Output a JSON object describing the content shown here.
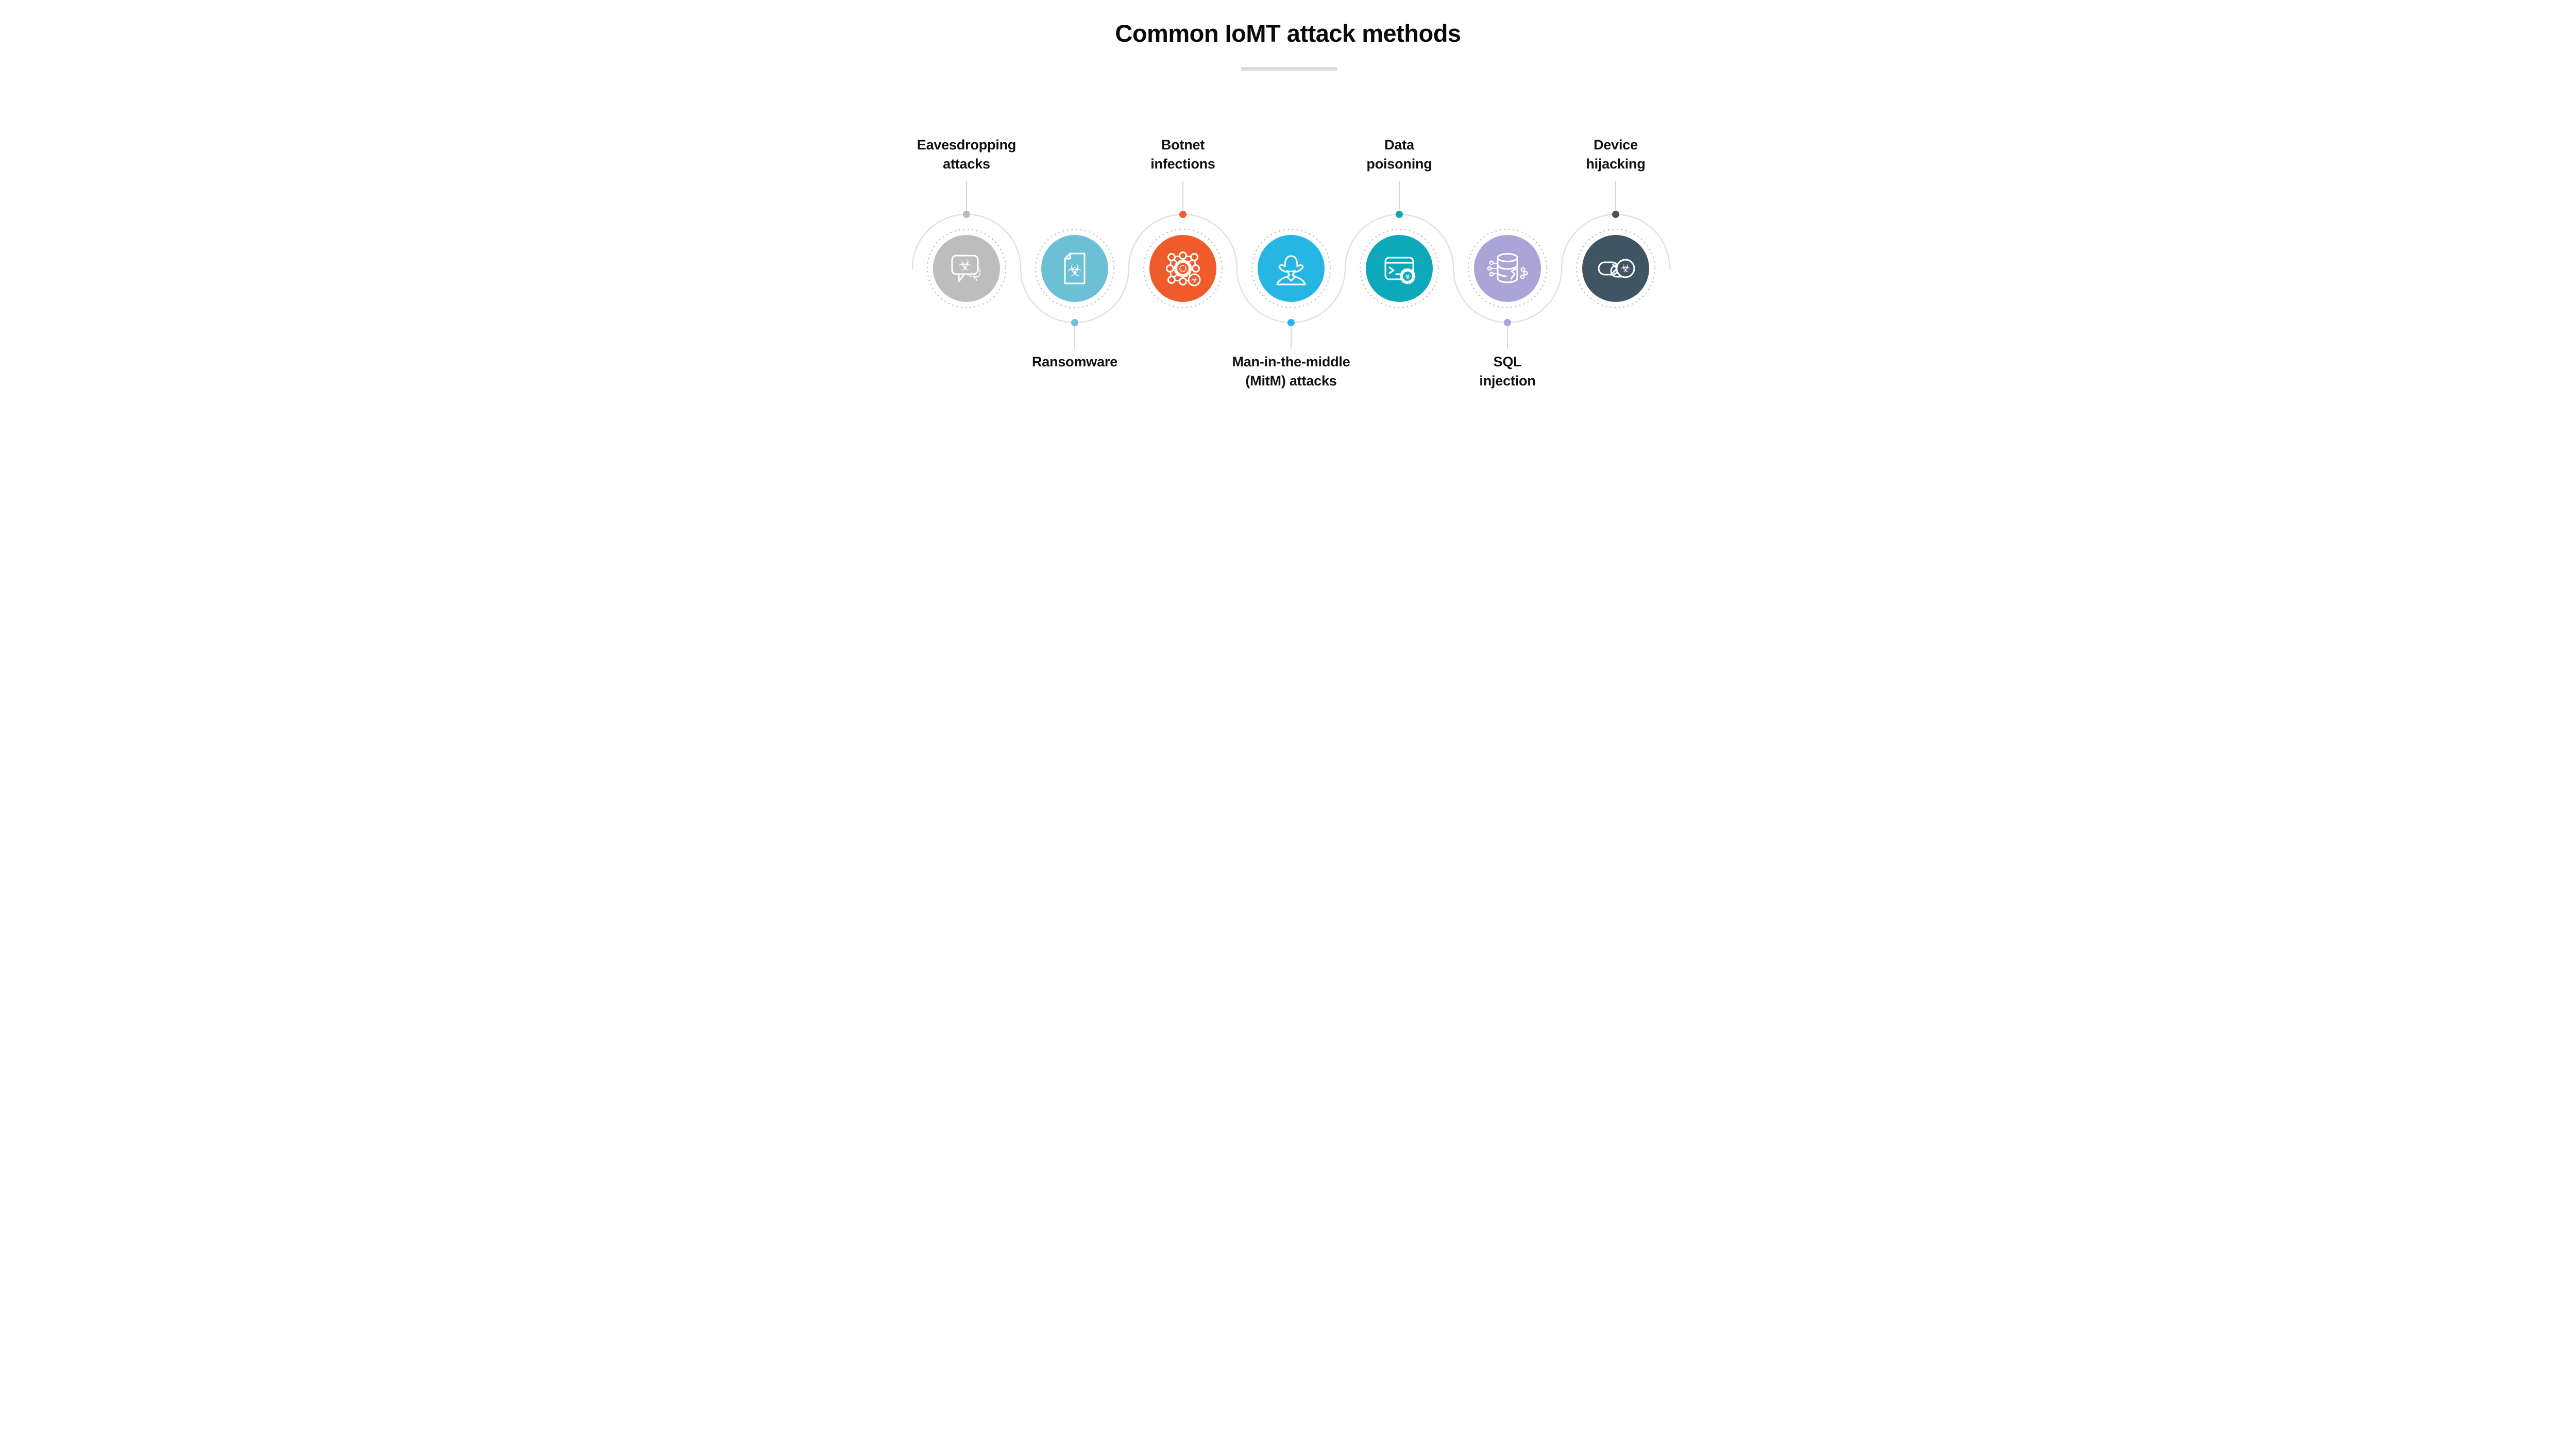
{
  "title": "Common IoMT attack methods",
  "glyphs": {
    "biohazard": "☣"
  },
  "colors": {
    "background": "#ffffff",
    "wave_line": "#e0e0e0",
    "dotted_ring": "#b5b5b5",
    "connector_line": "#d8d8d8",
    "divider_bar": "#dcdcdc",
    "title_text": "#0a0a0a",
    "label_text": "#121212",
    "icon_stroke": "#ffffff"
  },
  "items": [
    {
      "id": "eavesdropping-attacks",
      "lines": [
        "Eavesdropping",
        "attacks"
      ],
      "label_position": "above",
      "color": "#bdbdbd",
      "icon": "speech-bubble-biohazard-icon"
    },
    {
      "id": "ransomware",
      "lines": [
        "Ransomware"
      ],
      "label_position": "below",
      "color": "#6cc0d5",
      "icon": "document-biohazard-icon"
    },
    {
      "id": "botnet-infections",
      "lines": [
        "Botnet",
        "infections"
      ],
      "label_position": "above",
      "color": "#f05b2c",
      "icon": "botnet-network-icon"
    },
    {
      "id": "mitm-attacks",
      "lines": [
        "Man-in-the-middle",
        "(MitM) attacks"
      ],
      "label_position": "below",
      "color": "#26b6e4",
      "icon": "spy-icon"
    },
    {
      "id": "data-poisoning",
      "lines": [
        "Data",
        "poisoning"
      ],
      "label_position": "above",
      "color": "#0da8b9",
      "icon": "terminal-biohazard-gear-icon"
    },
    {
      "id": "sql-injection",
      "lines": [
        "SQL",
        "injection"
      ],
      "label_position": "below",
      "color": "#aba4d6",
      "icon": "database-injection-icon"
    },
    {
      "id": "device-hijacking",
      "lines": [
        "Device",
        "hijacking"
      ],
      "label_position": "above",
      "color": "#405563",
      "icon": "broken-chain-biohazard-icon"
    }
  ]
}
